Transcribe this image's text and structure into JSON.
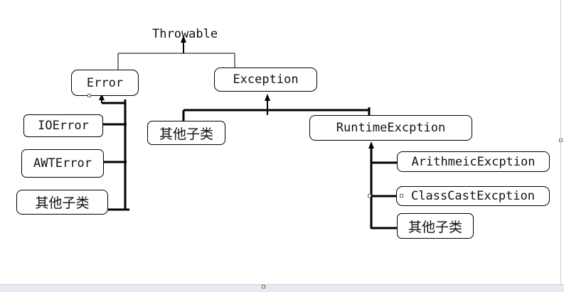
{
  "diagram": {
    "root": "Throwable",
    "error": {
      "label": "Error",
      "children": [
        "IOError",
        "AWTError",
        "其他子类"
      ]
    },
    "exception": {
      "label": "Exception",
      "other_label": "其他子类",
      "runtime": {
        "label": "RuntimeExcption",
        "children": [
          "ArithmeicExcption",
          "ClassCastExcption",
          "其他子类"
        ]
      }
    }
  },
  "colors": {
    "line": "#000000",
    "node_border": "#000000",
    "background": "#ffffff"
  }
}
